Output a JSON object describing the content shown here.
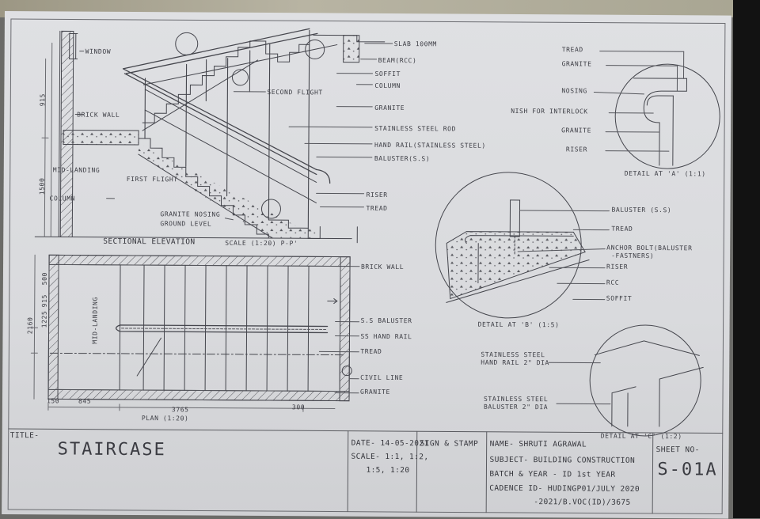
{
  "labels": {
    "window": "WINDOW",
    "slab": "SLAB 100MM",
    "beam": "BEAM(RCC)",
    "soffit_top": "SOFFIT",
    "column_right": "COLUMN",
    "second_flight": "SECOND FLIGHT",
    "granite_mid": "GRANITE",
    "brick_wall_elev": "BRICK WALL",
    "ss_rod": "STAINLESS STEEL ROD",
    "hand_rail_elev": "HAND RAIL(STAINLESS STEEL)",
    "baluster_elev": "BALUSTER(S.S)",
    "mid_landing_elev": "MID-LANDING",
    "first_flight": "FIRST FLIGHT",
    "column_left": "COLUMN",
    "riser_elev": "RISER",
    "tread_elev": "TREAD",
    "granite_nosing": "GRANITE NOSING",
    "ground_level": "GROUND LEVEL",
    "sectional_elevation": "SECTIONAL ELEVATION",
    "elevation_scale": "SCALE (1:20) P-P'",
    "brick_wall_plan": "BRICK WALL",
    "mid_landing_plan": "MID-LANDING",
    "ss_baluster_plan": "S.S BALUSTER",
    "ss_hand_rail_plan": "SS HAND RAIL",
    "tread_plan": "TREAD",
    "civil_line": "CIVIL LINE",
    "granite_plan": "GRANITE",
    "plan_title": "PLAN (1:20)",
    "dim_3765": "3765",
    "dim_845": "845",
    "dim_300": "300",
    "dim_150": "150",
    "dim_915": "915",
    "dim_1500": "1500",
    "dim_2160": "2160",
    "dim_1225": "1225",
    "dim_500": "500",
    "detail_a_tread": "TREAD",
    "detail_a_granite": "GRANITE",
    "detail_a_nosing": "NOSING",
    "detail_a_nish": "NISH FOR INTERLOCK",
    "detail_a_granite2": "GRANITE",
    "detail_a_riser": "RISER",
    "detail_a_title": "DETAIL AT 'A' (1:1)",
    "detail_b_baluster": "BALUSTER (S.S)",
    "detail_b_tread": "TREAD",
    "detail_b_anchor": "ANCHOR BOLT(BALUSTER",
    "detail_b_anchor2": "-FASTNERS)",
    "detail_b_riser": "RISER",
    "detail_b_rcc": "RCC",
    "detail_b_soffit": "SOFFIT",
    "detail_b_title": "DETAIL AT 'B' (1:5)",
    "ss_hand_rail_1": "STAINLESS STEEL",
    "ss_hand_rail_2": "HAND RAIL 2\" DIA",
    "ss_baluster_1": "STAINLESS STEEL",
    "ss_baluster_2": "BALUSTER 2\" DIA",
    "detail_c_title": "DETAIL AT 'C' (1:2)"
  },
  "title_block": {
    "title_label": "TITLE-",
    "title_value": "STAIRCASE",
    "date": "DATE- 14-05-2021",
    "scale_1": "SCALE- 1:1, 1:2,",
    "scale_2": "1:5, 1:20",
    "sign_stamp": "SIGN & STAMP",
    "name": "NAME- SHRUTI AGRAWAL",
    "subject": "SUBJECT- BUILDING CONSTRUCTION",
    "batch": "BATCH & YEAR - ID 1st YEAR",
    "cadence": "CADENCE ID- HUDINGP01/JULY 2020",
    "cadence_2": "-2021/B.VOC(ID)/3675",
    "sheet_no_label": "SHEET NO-",
    "sheet_no": "S-01A"
  },
  "colors": {
    "paper": "#dcdde0",
    "pencil": "#3c3d44"
  }
}
